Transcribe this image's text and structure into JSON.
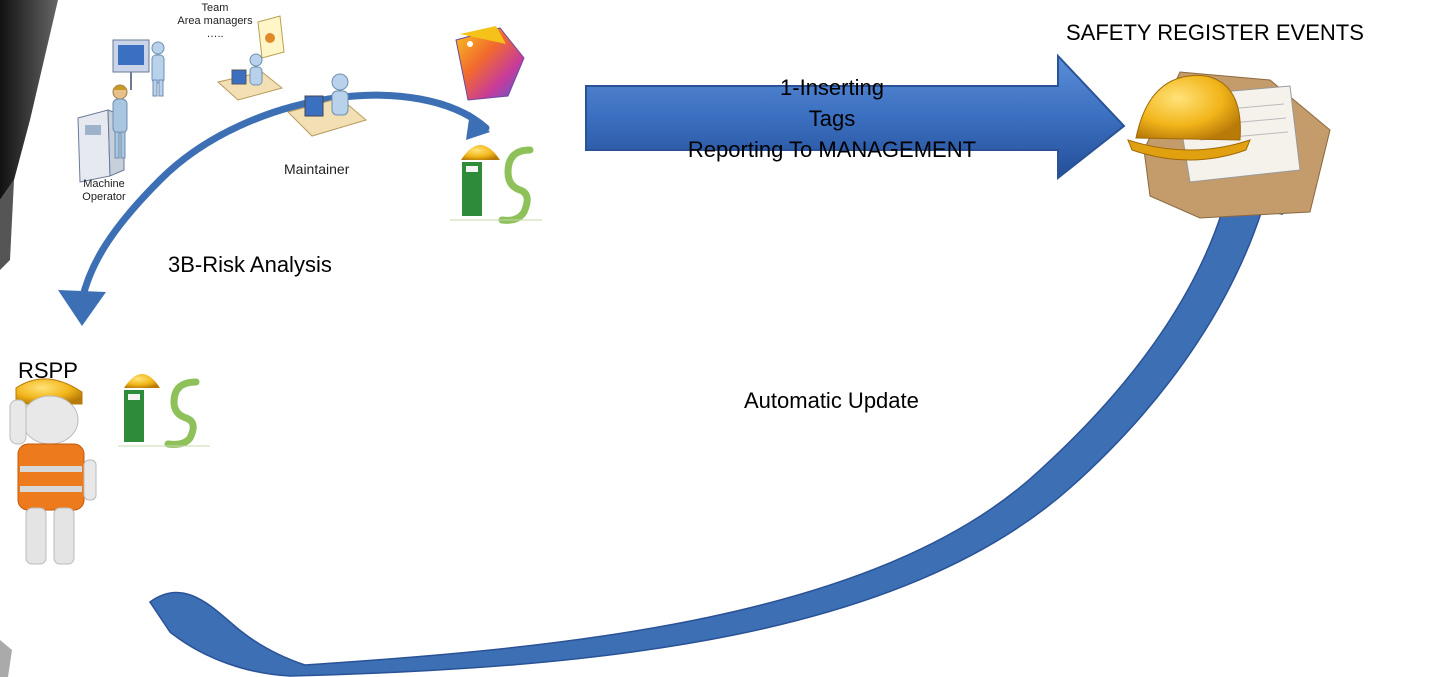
{
  "team_label": [
    "Team",
    "Area managers",
    "….."
  ],
  "machine_operator_label": [
    "Machine",
    "Operator"
  ],
  "maintainer_label": "Maintainer",
  "main_arrow_lines": [
    "1-Inserting",
    "Tags",
    "Reporting To MANAGEMENT"
  ],
  "safety_register_title": "SAFETY REGISTER EVENTS",
  "risk_analysis_label": "3B-Risk  Analysis",
  "rspp_label": "RSPP",
  "automatic_update_label": "Automatic Update",
  "colors": {
    "arrow_fill": "#3b6fc0",
    "arrow_dark": "#2a5296",
    "curve_arrow": "#3d6fb5",
    "helmet": "#f2b51a",
    "logo_green": "#2e8b3a",
    "vest": "#ee7a1e"
  }
}
